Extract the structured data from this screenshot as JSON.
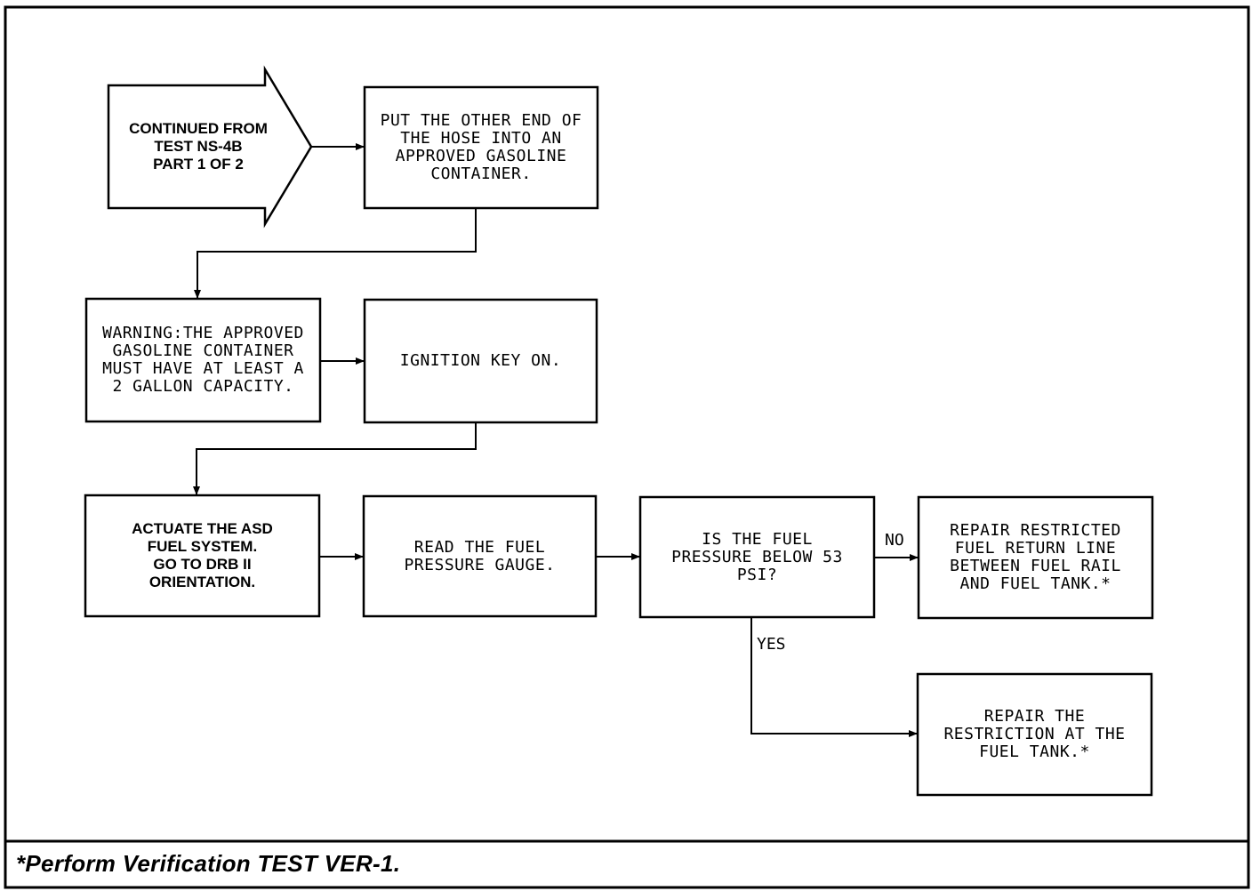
{
  "nodes": {
    "start": "CONTINUED FROM\nTEST NS-4B\nPART 1 OF 2",
    "step_hose": "PUT THE OTHER END OF\nTHE HOSE INTO AN\nAPPROVED GASOLINE\nCONTAINER.",
    "warning": "WARNING:THE APPROVED\nGASOLINE CONTAINER\nMUST HAVE AT LEAST A\n2 GALLON CAPACITY.",
    "step_ignition": "IGNITION KEY ON.",
    "step_actuate": "ACTUATE THE ASD\nFUEL SYSTEM.\nGO TO DRB II\nORIENTATION.",
    "step_read": "READ THE FUEL\nPRESSURE GAUGE.",
    "decision": "IS THE FUEL\nPRESSURE BELOW 53\nPSI?",
    "repair_return": "REPAIR RESTRICTED\nFUEL RETURN LINE\nBETWEEN FUEL RAIL\nAND FUEL TANK.*",
    "repair_tank": "REPAIR THE\nRESTRICTION AT THE\nFUEL TANK.*"
  },
  "edges": {
    "no_label": "NO",
    "yes_label": "YES"
  },
  "footer": {
    "note": "*Perform Verification TEST VER-1."
  }
}
